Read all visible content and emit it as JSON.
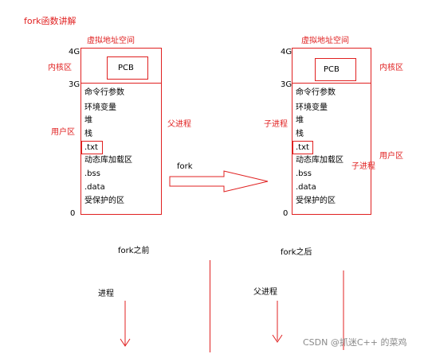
{
  "title": "fork函数讲解",
  "left": {
    "vas_label": "虚拟地址空间",
    "pcb": "PCB",
    "y_4g": "4G",
    "y_3g": "3G",
    "y_0": "0",
    "kernel_label": "内核区",
    "user_label": "用户区",
    "process_label": "父进程",
    "segments": [
      "命令行参数",
      "环境变量",
      "堆",
      "栈",
      ".txt",
      "动态库加载区",
      ".bss",
      ".data",
      "受保护的区"
    ]
  },
  "right": {
    "vas_label": "虚拟地址空间",
    "pcb": "PCB",
    "y_4g": "4G",
    "y_3g": "3G",
    "y_0": "0",
    "kernel_label": "内核区",
    "user_label": "用户区",
    "process_label_left": "子进程",
    "process_label_right": "子进程",
    "segments": [
      "命令行参数",
      "环境变量",
      "堆",
      "栈",
      ".txt",
      "动态库加载区",
      ".bss",
      ".data",
      "受保护的区"
    ]
  },
  "fork_arrow_label": "fork",
  "bottom": {
    "before_label": "fork之前",
    "after_label": "fork之后",
    "process_label": "进程",
    "parent_label": "父进程"
  },
  "watermark": "CSDN @抓迷C++ 的菜鸡",
  "colors": {
    "line": "#e02020",
    "text": "#000000",
    "accent": "#e02020",
    "watermark": "#8a8a8a"
  }
}
